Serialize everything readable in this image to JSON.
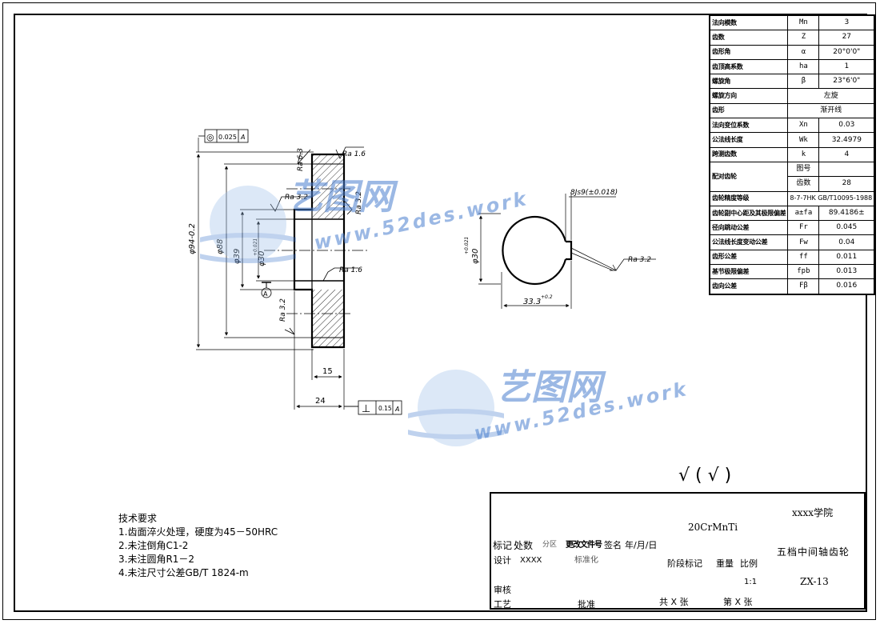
{
  "drawing": {
    "gear_side": {
      "dims": {
        "outer_dia": "φ94-0.2",
        "outer_dia_tol": "0",
        "hub_dia": "φ88",
        "pitch_dia": "φ39",
        "bore_dia": "φ30",
        "bore_tol": "+0.021",
        "bore_tol2": "0",
        "width_15": "15",
        "width_24": "24"
      },
      "roughness": [
        "Ra 6.3",
        "Ra 1.6",
        "Ra 3.2",
        "Ra 3.2",
        "Ra 1.6",
        "Ra 3.2"
      ],
      "geo_tol_top": {
        "symbol": "◎",
        "value": "0.025",
        "datum": "A"
      },
      "geo_tol_bottom": {
        "symbol": "⊥",
        "value": "0.15",
        "datum": "A"
      },
      "datum_label": "A"
    },
    "bore_view": {
      "keyway": "8Js9(±0.018)",
      "bore": "φ30",
      "bore_tol": "+0.021",
      "bore_tol2": "0",
      "depth": "33.3",
      "depth_tol": "+0.2",
      "depth_tol2": "0",
      "roughness": "Ra 3.2"
    }
  },
  "params": [
    {
      "name": "法向模数",
      "sym": "Mn",
      "val": "3"
    },
    {
      "name": "齿数",
      "sym": "Z",
      "val": "27"
    },
    {
      "name": "齿形角",
      "sym": "α",
      "val": "20°0'0\""
    },
    {
      "name": "齿顶高系数",
      "sym": "hа",
      "val": "1"
    },
    {
      "name": "螺旋角",
      "sym": "β",
      "val": "23°6'0\""
    },
    {
      "name": "螺旋方向",
      "sym": "",
      "val": "左旋"
    },
    {
      "name": "齿形",
      "sym": "",
      "val": "渐开线"
    },
    {
      "name": "法向变位系数",
      "sym": "Xn",
      "val": "0.03"
    },
    {
      "name": "公法线长度",
      "sym": "Wk",
      "val": "32.4979"
    },
    {
      "name": "跨测齿数",
      "sym": "k",
      "val": "4"
    },
    {
      "name": "配对齿轮",
      "sym": "图号",
      "val": ""
    },
    {
      "name": "",
      "sym": "齿数",
      "val": "28"
    },
    {
      "name": "齿轮精度等级",
      "sym": "",
      "val": "8-7-7HK GB/T10095-1988"
    },
    {
      "name": "齿轮副中心距及其极限偏差",
      "sym": "a±fa",
      "val": "89.4186±"
    },
    {
      "name": "径向跳动公差",
      "sym": "Fr",
      "val": "0.045"
    },
    {
      "name": "公法线长度变动公差",
      "sym": "Fw",
      "val": "0.04"
    },
    {
      "name": "齿形公差",
      "sym": "ff",
      "val": "0.011"
    },
    {
      "name": "基节极限偏差",
      "sym": "fpb",
      "val": "0.013"
    },
    {
      "name": "齿向公差",
      "sym": "Fβ",
      "val": "0.016"
    }
  ],
  "tech": {
    "title": "技术要求",
    "items": [
      "1.齿面淬火处理，硬度为45－50HRC",
      "2.未注倒角C1-2",
      "3.未注圆角R1－2",
      "4.未注尺寸公差GB/T 1824-m"
    ]
  },
  "surface_symbol": "√ ( √ )",
  "title_block": {
    "material": "20CrMnTi",
    "school": "xxxx学院",
    "part_name": "五档中间轴齿轮",
    "drawing_no": "ZX-13",
    "scale": "1:1",
    "row_labels": [
      "标记",
      "处数",
      "分区",
      "更改文件号",
      "签名",
      "年/月/日"
    ],
    "design": "设计",
    "designer": "XXXX",
    "standardize": "标准化",
    "stage": "阶段标记",
    "weight": "重量",
    "scale_label": "比例",
    "review": "审核",
    "process": "工艺",
    "approve": "批准",
    "sheets": "共  X  张",
    "sheet_no": "第  X  张"
  },
  "watermark": {
    "brand": "艺图网",
    "url": "www.52des.work"
  }
}
